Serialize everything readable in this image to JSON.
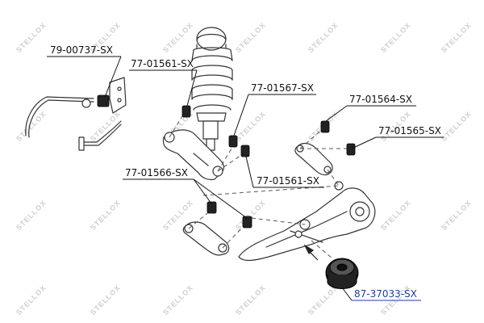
{
  "watermark": "STELLOX",
  "labels": {
    "l1": "79-00737-SX",
    "l2": "77-01561-SX",
    "l3": "77-01567-SX",
    "l4": "77-01564-SX",
    "l5": "77-01565-SX",
    "l6": "77-01566-SX",
    "l7": "77-01561-SX",
    "l8": "87-37033-SX"
  },
  "colors": {
    "link": "#1a3fa6",
    "part": "#222222",
    "outline": "#333333",
    "watermark": "#cfcfcf"
  }
}
